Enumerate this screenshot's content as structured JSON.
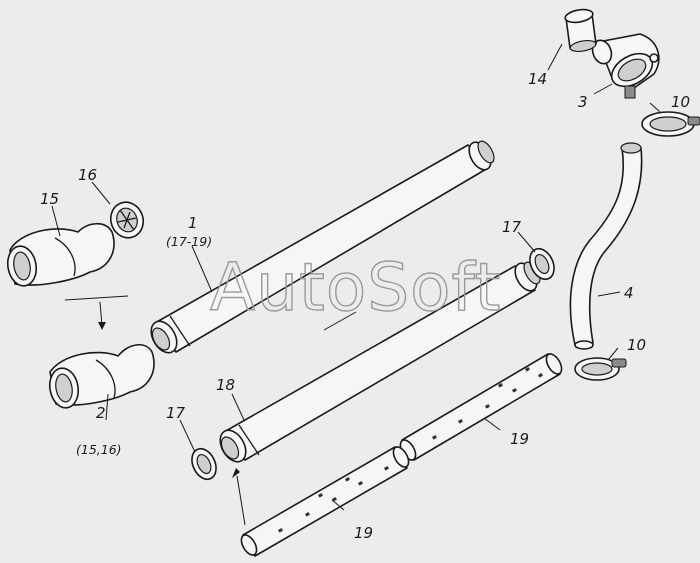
{
  "watermark": "AutoSoft",
  "labels": {
    "p1": "1",
    "p1_sub": "(17-19)",
    "p2": "2",
    "p2_sub": "(15,16)",
    "p3": "3",
    "p4": "4",
    "p10a": "10",
    "p10b": "10",
    "p14": "14",
    "p15": "15",
    "p16": "16",
    "p17a": "17",
    "p17b": "17",
    "p18": "18",
    "p19a": "19",
    "p19b": "19"
  }
}
